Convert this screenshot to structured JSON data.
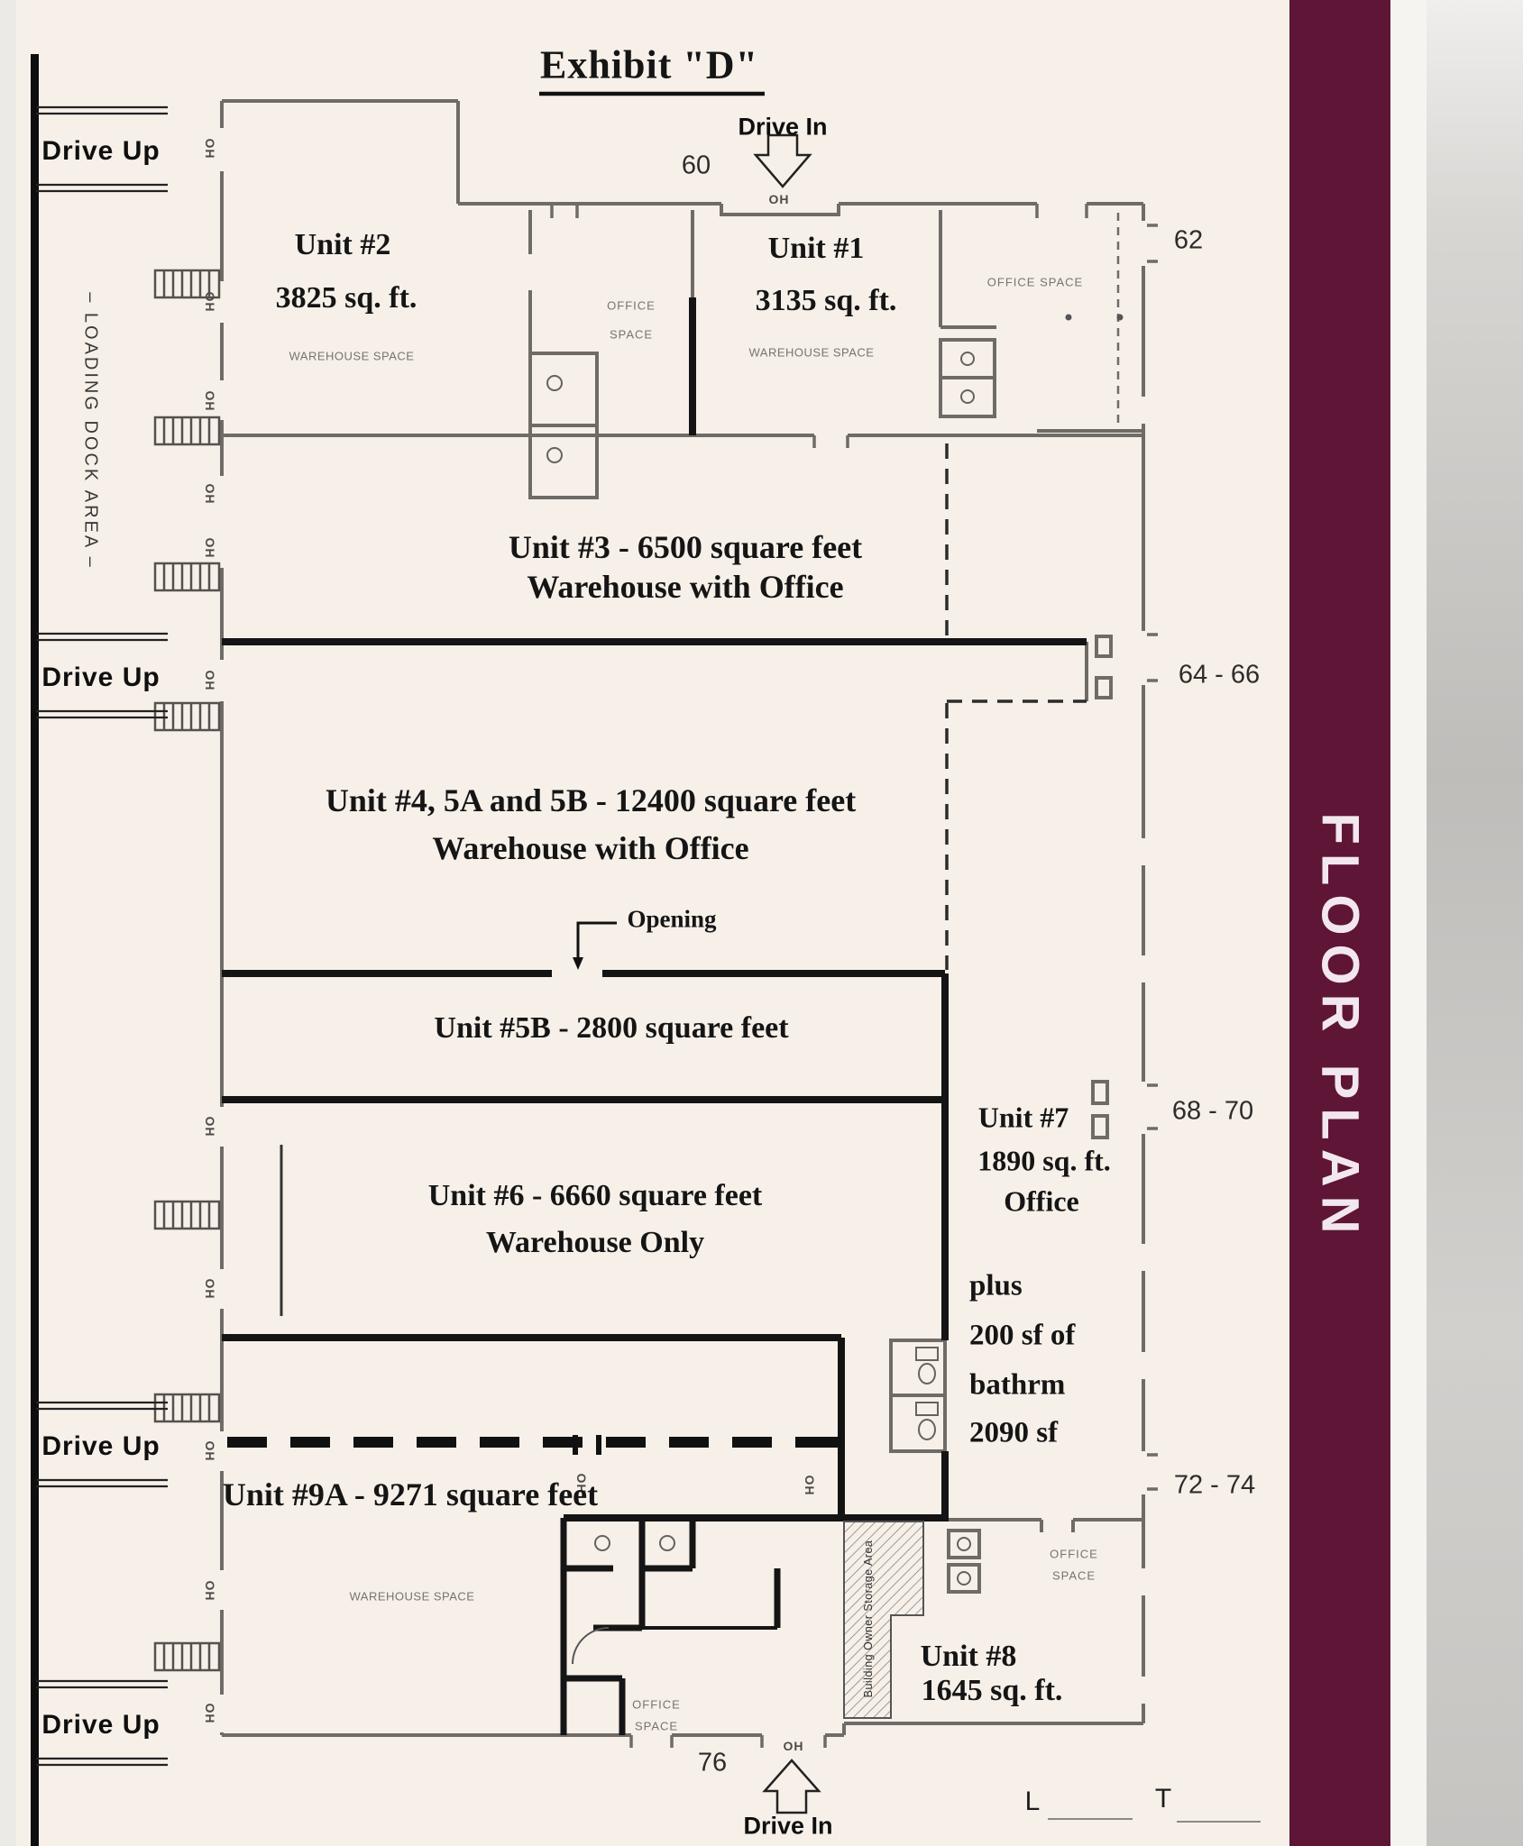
{
  "title": "Exhibit \"D\"",
  "banner": {
    "text": "FLOOR PLAN",
    "color": "#5e1536",
    "text_color": "#f2e7ee"
  },
  "labels": {
    "drive_in": "Drive In",
    "drive_up": "Drive Up",
    "loading_dock": "–   LOADING DOCK AREA   –",
    "oh": "OH",
    "opening": "Opening",
    "office_space": "OFFICE SPACE",
    "office": "OFFICE",
    "space": "SPACE",
    "warehouse_space": "WAREHOUSE SPACE",
    "storage": "Building Owner Storage Area"
  },
  "bays": {
    "b60": "60",
    "b62": "62",
    "b64": "64 - 66",
    "b68": "68 - 70",
    "b72": "72 - 74",
    "b76": "76"
  },
  "units": {
    "u1": {
      "name": "Unit #1",
      "area": "3135 sq. ft."
    },
    "u2": {
      "name": "Unit #2",
      "area": "3825 sq. ft."
    },
    "u3": {
      "line1": "Unit #3 - 6500 square feet",
      "line2": "Warehouse with Office"
    },
    "u45": {
      "line1": "Unit #4, 5A and 5B - 12400 square feet",
      "line2": "Warehouse with Office"
    },
    "u5b": {
      "line1": "Unit #5B - 2800 square feet"
    },
    "u6": {
      "line1": "Unit #6 - 6660 square feet",
      "line2": "Warehouse Only"
    },
    "u7": {
      "name": "Unit #7",
      "area": "1890 sq. ft.",
      "kind": "Office",
      "plus1": "plus",
      "plus2": "200 sf of",
      "plus3": "bathrm",
      "plus4": "2090 sf"
    },
    "u8": {
      "name": "Unit #8",
      "area": "1645 sq. ft."
    },
    "u9a": {
      "line1": "Unit #9A - 9271 square feet"
    }
  },
  "legend": {
    "l": "L",
    "t": "T"
  }
}
